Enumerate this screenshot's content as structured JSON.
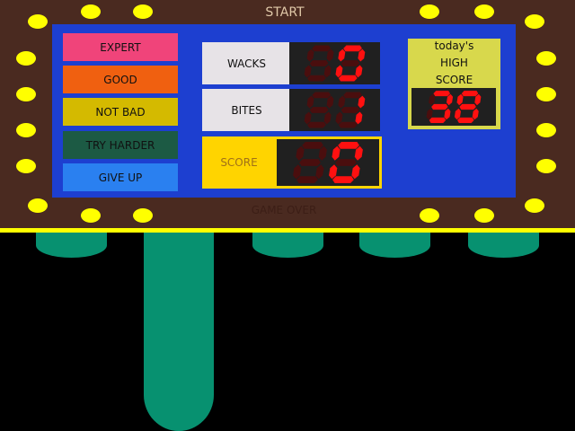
{
  "game": {
    "start_label": "START",
    "game_over_label": "GAME OVER"
  },
  "ranks": [
    {
      "label": "EXPERT",
      "color": "#f0447a"
    },
    {
      "label": "GOOD",
      "color": "#f06010"
    },
    {
      "label": "NOT BAD",
      "color": "#d4ba00"
    },
    {
      "label": "TRY HARDER",
      "color": "#1c5a44"
    },
    {
      "label": "GIVE UP",
      "color": "#2a80f0"
    }
  ],
  "stats": {
    "wacks_label": "WACKS",
    "wacks_value": 0,
    "bites_label": "BITES",
    "bites_value": 1,
    "score_label": "SCORE",
    "score_value": 0
  },
  "high_score": {
    "line1": "today's",
    "line2": "HIGH",
    "line3": "SCORE",
    "value": 38
  },
  "field": {
    "holes": 5,
    "mole_raised_in_hole": 2,
    "mole_color": "#079170"
  }
}
